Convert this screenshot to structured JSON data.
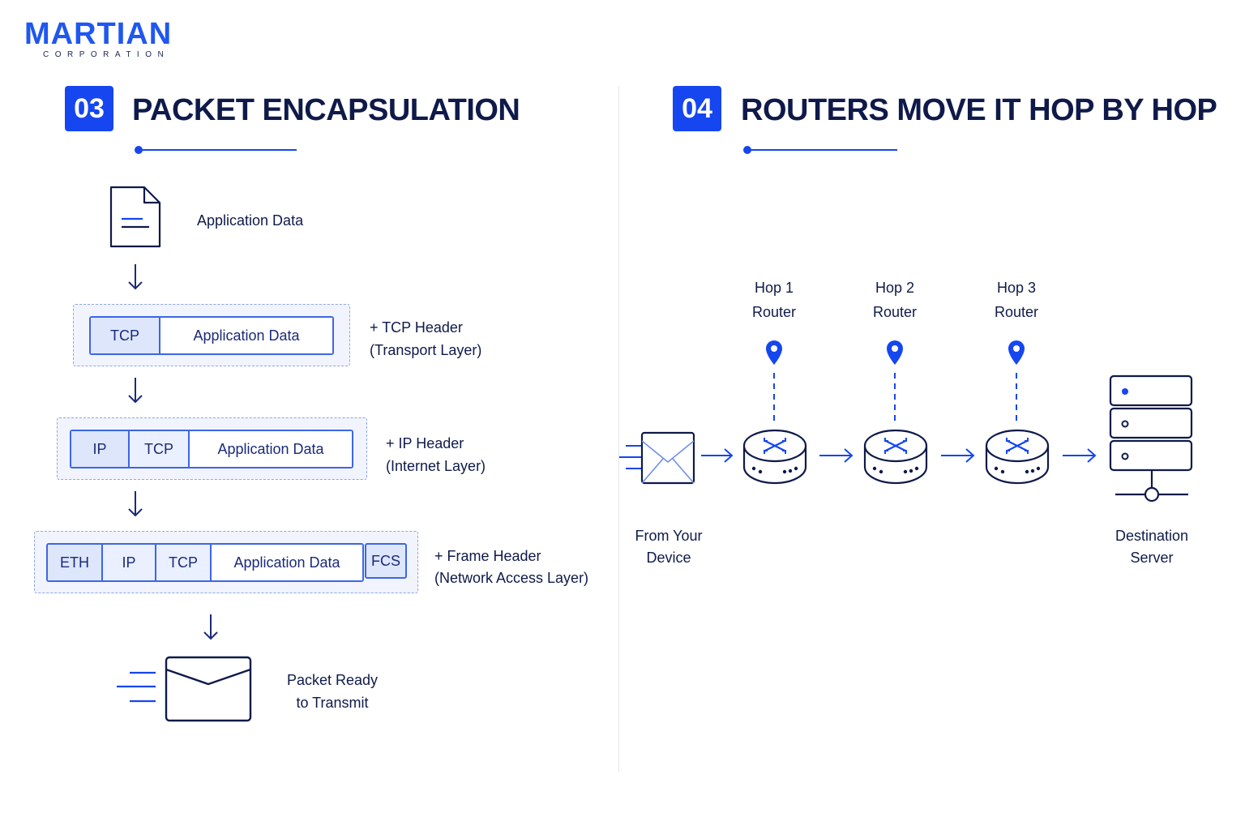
{
  "logo": {
    "name": "MARTIAN",
    "sub": "CORPORATION"
  },
  "colors": {
    "accent": "#1546f0",
    "ink": "#0f1a4a",
    "line": "#3d66e6"
  },
  "left": {
    "number": "03",
    "title": "PACKET ENCAPSULATION",
    "steps": {
      "app": {
        "label": "Application Data"
      },
      "tcp": {
        "segments": [
          "TCP",
          "Application Data"
        ],
        "note_line1": "+ TCP Header",
        "note_line2": "(Transport Layer)"
      },
      "ip": {
        "segments": [
          "IP",
          "TCP",
          "Application Data"
        ],
        "note_line1": "+ IP Header",
        "note_line2": "(Internet Layer)"
      },
      "frame": {
        "segments": [
          "ETH",
          "IP",
          "TCP",
          "Application Data"
        ],
        "trailer": "FCS",
        "note_line1": "+ Frame Header",
        "note_line2": "(Network Access Layer)"
      },
      "ready": {
        "line1": "Packet Ready",
        "line2": "to Transmit"
      }
    }
  },
  "right": {
    "number": "04",
    "title": "ROUTERS MOVE IT HOP BY HOP",
    "source": {
      "line1": "From Your",
      "line2": "Device"
    },
    "hops": [
      {
        "line1": "Hop 1",
        "line2": "Router"
      },
      {
        "line1": "Hop 2",
        "line2": "Router"
      },
      {
        "line1": "Hop 3",
        "line2": "Router"
      }
    ],
    "destination": {
      "line1": "Destination",
      "line2": "Server"
    }
  }
}
